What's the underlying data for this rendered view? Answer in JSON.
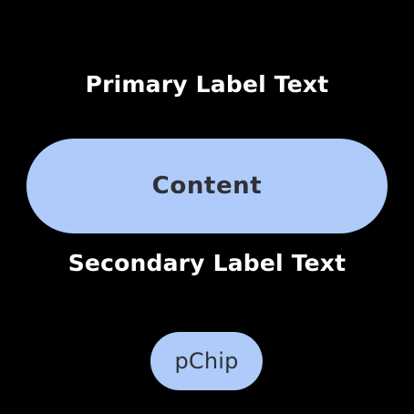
{
  "screen": {
    "primary_label": "Primary Label Text",
    "content_chip": {
      "label": "Content"
    },
    "secondary_label": "Secondary Label Text",
    "small_chip": {
      "label": "pChip"
    }
  },
  "colors": {
    "background": "#000000",
    "chip_background": "#aecbfa",
    "chip_text": "#303135",
    "label_text": "#ffffff"
  }
}
